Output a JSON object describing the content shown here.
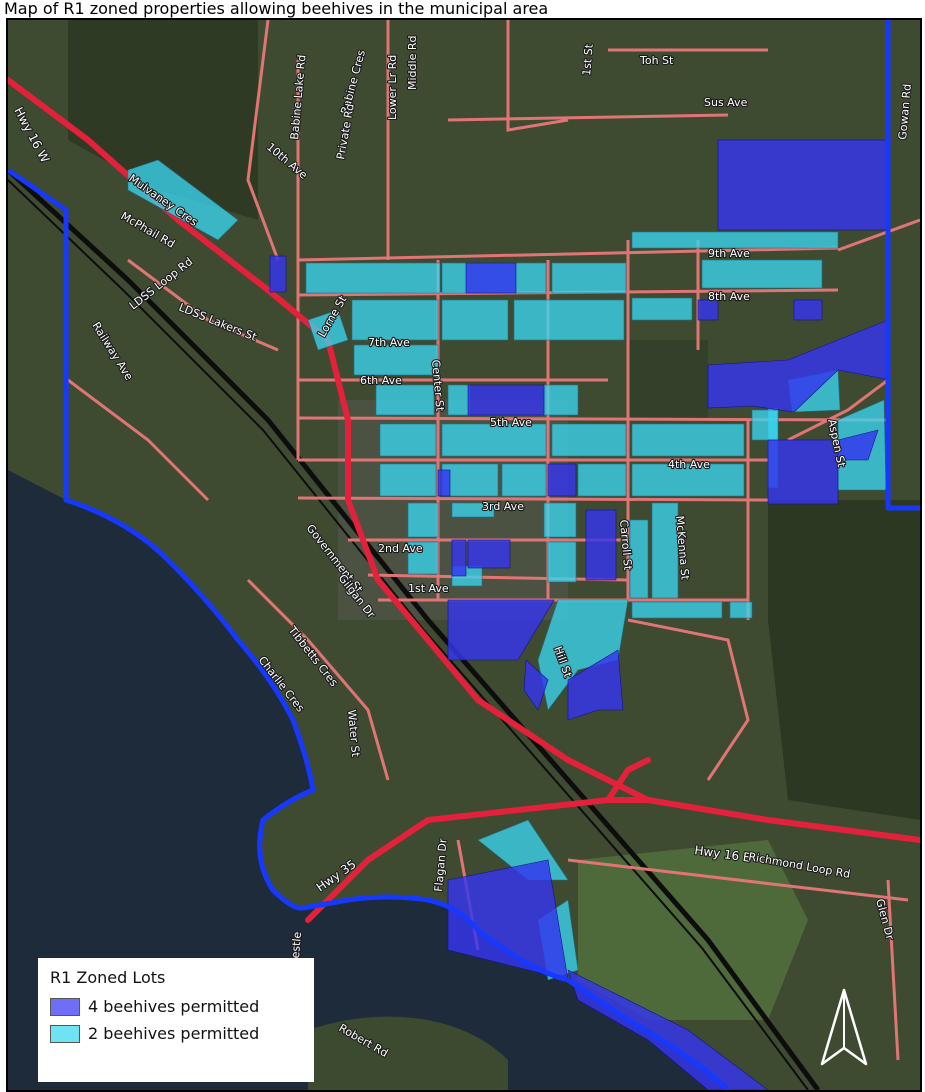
{
  "caption": "Map of R1 zoned properties allowing beehives in the municipal area",
  "colors": {
    "four_hives": "#3b3df0",
    "two_hives": "#3ad5ef",
    "boundary": "#1a3cff",
    "highway": "#e5243b",
    "street": "#e86a6a",
    "rail": "#111111",
    "water": "#1f2f3f",
    "land": "#3e4a30"
  },
  "legend": {
    "title": "R1 Zoned Lots",
    "items": [
      {
        "label": "4 beehives permitted",
        "color": "#6f6ff5"
      },
      {
        "label": "2 beehives permitted",
        "color": "#6fe3f3"
      }
    ]
  },
  "street_labels": {
    "hwy16w": "Hwy 16 W",
    "mulvaney": "Mulvaney Cres",
    "mcphail": "McPhail Rd",
    "ldss_loop": "LDSS Loop Rd",
    "ldss_lakers": "LDSS Lakers St",
    "railway": "Railway Ave",
    "babine_lake": "Babine Lake Rd",
    "babine_cres": "Babine Cres",
    "private": "Private Rd",
    "lower_lr": "Lower Lr Rd",
    "middle": "Middle Rd",
    "first_st": "1st St",
    "toh": "Toh St",
    "sus": "Sus Ave",
    "tenth": "10th Ave",
    "ninth": "9th Ave",
    "eighth": "8th Ave",
    "seventh": "7th Ave",
    "sixth": "6th Ave",
    "fifth": "5th Ave",
    "fourth": "4th Ave",
    "third": "3rd Ave",
    "second": "2nd Ave",
    "first_ave": "1st Ave",
    "lorne": "Lorne St",
    "center": "Center St",
    "carroll": "Carroll St",
    "mckenna": "McKenna St",
    "aspen": "Aspen St",
    "gowan": "Gowan Rd",
    "government": "Government St",
    "gilgan": "Gilgan Dr",
    "tibbetts": "Tibbetts Cres",
    "charlie": "Charlie Cres",
    "water_st": "Water St",
    "hill": "Hill St",
    "hwy16e": "Hwy 16 E",
    "richmond": "Richmond Loop Rd",
    "hwy35": "Hwy 35",
    "flagan": "Flagan Dr",
    "trestle": "Trestle",
    "robert": "Robert Rd",
    "glen": "Glen Dr"
  },
  "icons": {
    "north_arrow": "north-arrow-icon"
  }
}
